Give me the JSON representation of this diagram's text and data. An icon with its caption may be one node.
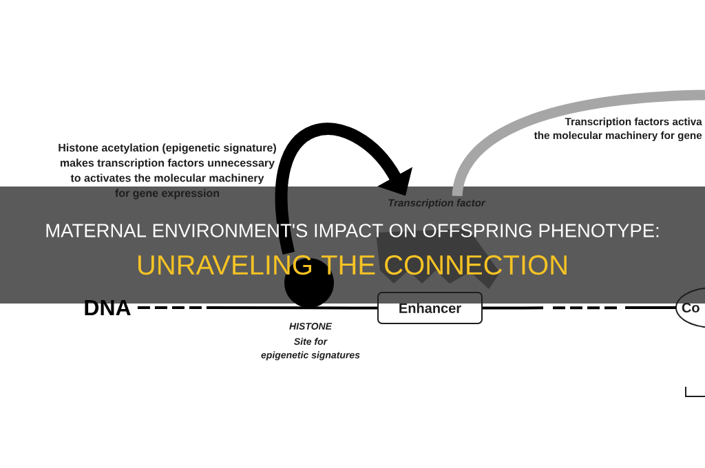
{
  "diagram": {
    "title": "MATERNAL ENVIRONMENT'S IMPACT ON OFFSPRING PHENOTYPE:",
    "nodes": [
      {
        "text": [
          "Transcription factor"
        ]
      },
      {
        "text": [
          "DNA"
        ]
      },
      {
        "text": [],
        "shape": "circle",
        "beside": [
          "HISTONE",
          "Site for",
          "epigenetic signatures"
        ]
      },
      {
        "text": [
          "Enhancer"
        ]
      },
      {
        "text": [
          "Co"
        ]
      }
    ],
    "edges": [
      {
        "from": 2,
        "to": 0,
        "arrow": "to",
        "style": "thick"
      },
      {
        "from": 0,
        "to": null,
        "arrow": "none",
        "style": "thick",
        "color": "#a6a6a6"
      },
      {
        "from": 1,
        "to": 2,
        "arrow": "none",
        "style": "dashed"
      },
      {
        "from": 2,
        "to": 3,
        "arrow": "none"
      },
      {
        "from": 3,
        "to": 4,
        "arrow": "none",
        "style": "dashed"
      }
    ],
    "labels": [
      "Transcription factors activa the molecular machinery for gene",
      "Histone acetylation (epigenetic signature) makes transcription factors unnecessary to activates the molecular machinery for gene expression",
      "UNRAVELING THE CONNECTION"
    ]
  }
}
